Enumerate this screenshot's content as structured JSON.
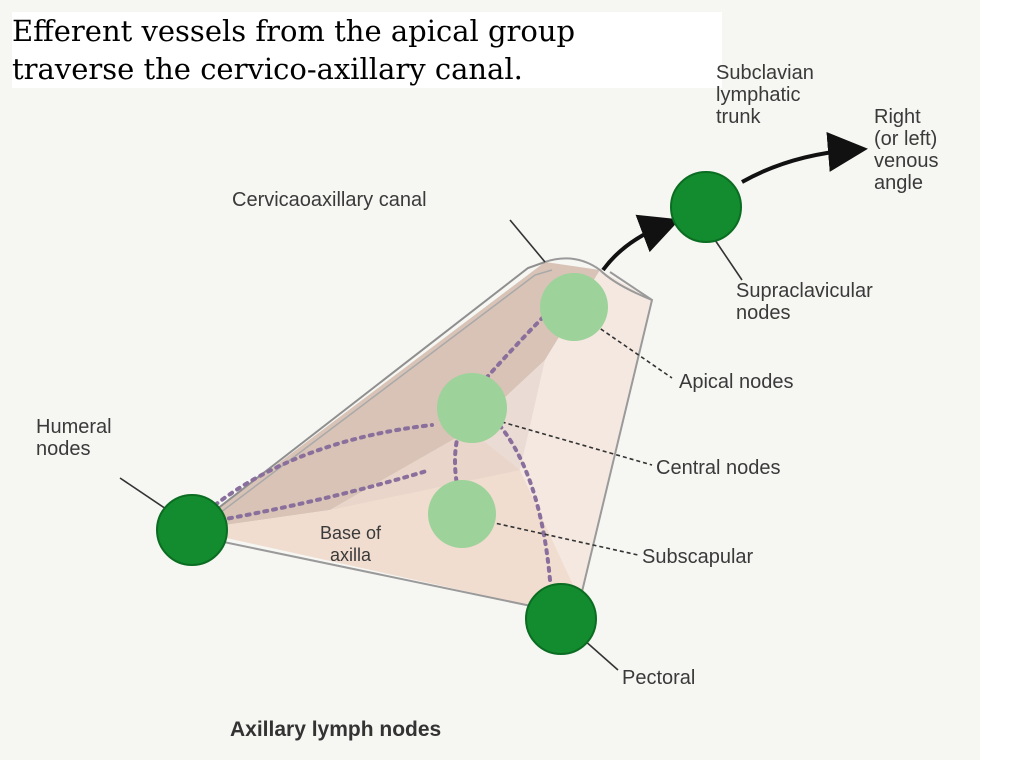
{
  "heading": {
    "line1": "Efferent vessels from the apical group",
    "line2": "traverse the cervico-axillary canal."
  },
  "labels": {
    "subclavian_trunk": [
      "Subclavian",
      "lymphatic",
      "trunk"
    ],
    "venous_angle": [
      "Right",
      "(or left)",
      "venous",
      "angle"
    ],
    "cervicoaxillary_canal": "Cervicaoaxillary canal",
    "supraclavicular": [
      "Supraclavicular",
      "nodes"
    ],
    "apical": "Apical nodes",
    "humeral": [
      "Humeral",
      "nodes"
    ],
    "central": "Central nodes",
    "base_of_axilla": [
      "Base of",
      "axilla"
    ],
    "subscapular": "Subscapular",
    "pectoral": "Pectoral"
  },
  "caption": "Axillary lymph nodes",
  "colors": {
    "node_dark": "#138c2f",
    "node_light": "#9dd29a",
    "pyramid_back": "#d7c2b5",
    "pyramid_front": "#f2e4d9",
    "arrow": "#111111",
    "flow_dots": "#8a6f9c"
  }
}
